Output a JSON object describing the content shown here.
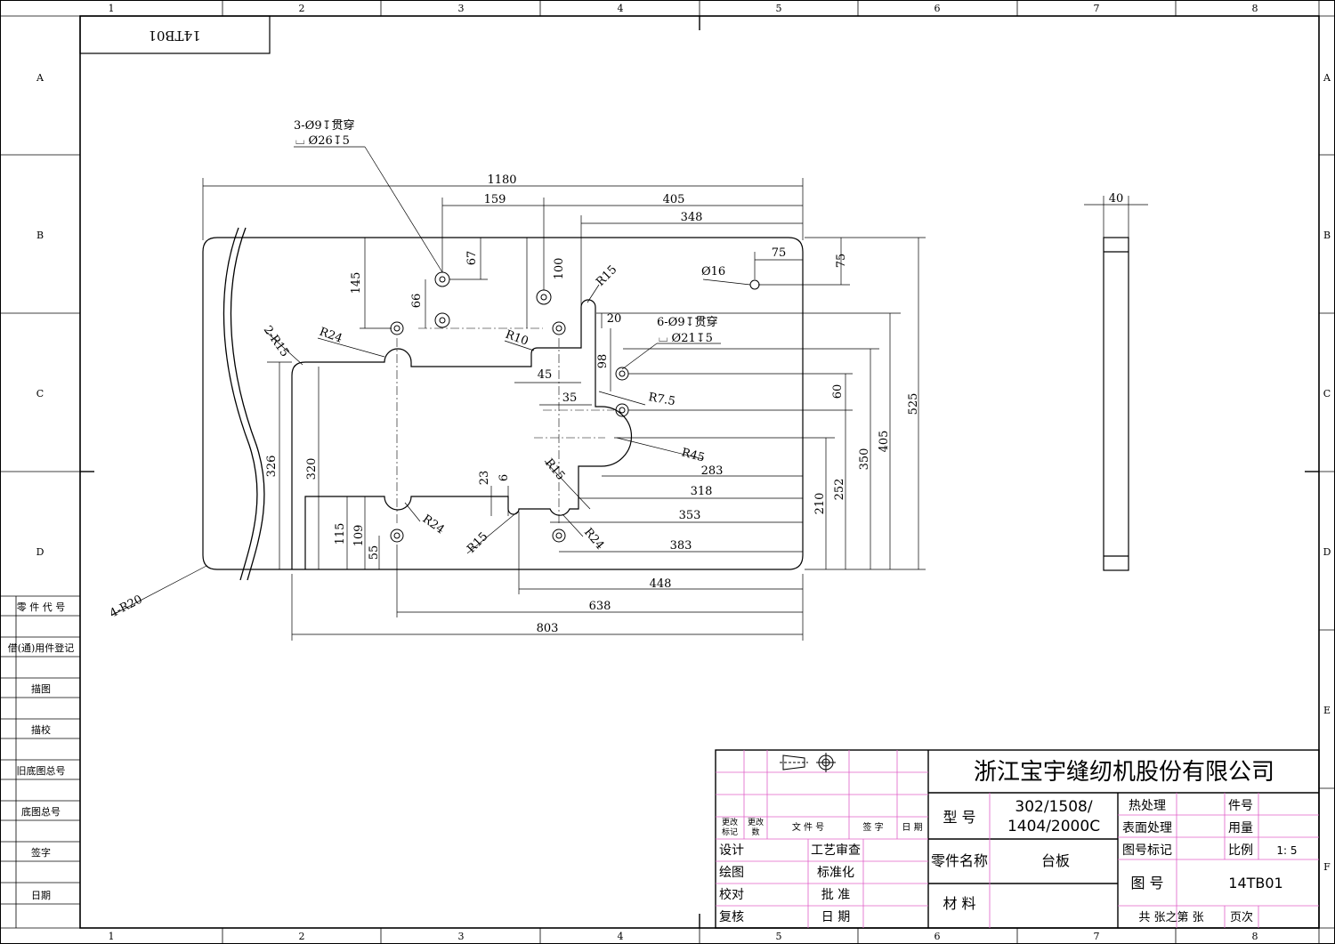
{
  "frame": {
    "zone_numbers": [
      "1",
      "2",
      "3",
      "4",
      "5",
      "6",
      "7",
      "8"
    ],
    "zone_letters": [
      "A",
      "B",
      "C",
      "D",
      "E",
      "F"
    ],
    "corner_code": "14TB01"
  },
  "left_strip": {
    "labels": [
      "零 件 代 号",
      "借(通)用件登记",
      "描图",
      "描校",
      "旧底图总号",
      "底图总号",
      "签字",
      "日期"
    ]
  },
  "annotations": {
    "hole_group_3": {
      "line1": "3-Ø9↧贯穿",
      "line2": "⌴ Ø26↧5"
    },
    "hole_group_6": {
      "line1": "6-Ø9↧贯穿",
      "line2": "⌴ Ø21↧5"
    },
    "hole_single": "Ø16",
    "radius_labels": [
      "2-R15",
      "R24",
      "R10",
      "R15",
      "R7.5",
      "R45",
      "R15",
      "R24",
      "R15",
      "R24",
      "4-R20"
    ]
  },
  "dimensions": {
    "horizontal": [
      "1180",
      "159",
      "405",
      "348",
      "75",
      "45",
      "35",
      "20",
      "283",
      "318",
      "353",
      "383",
      "448",
      "638",
      "803",
      "40"
    ],
    "vertical": [
      "145",
      "67",
      "66",
      "100",
      "98",
      "60",
      "75",
      "525",
      "405",
      "350",
      "252",
      "210",
      "326",
      "320",
      "115",
      "109",
      "55",
      "23",
      "6"
    ]
  },
  "title_block": {
    "company": "浙江宝宇缝纫机股份有限公司",
    "model_label": "型 号",
    "model_value_line1": "302/1508/",
    "model_value_line2": "1404/2000C",
    "part_name_label": "零件名称",
    "part_name_value": "台板",
    "material_label": "材 料",
    "material_value": "",
    "heat_treatment_label": "热处理",
    "surface_treatment_label": "表面处理",
    "drawing_mark_label": "图号标记",
    "part_no_label": "件号",
    "quantity_label": "用量",
    "scale_label": "比例",
    "scale_value": "1: 5",
    "drawing_no_label": "图 号",
    "drawing_no_value": "14TB01",
    "sheet_label": "共   张之第   张",
    "page_label": "页次",
    "revision_headers": [
      "更改\n标记",
      "更改\n数",
      "文 件 号",
      "签 字",
      "日 期"
    ],
    "signoff_left": [
      "设计",
      "绘图",
      "校对",
      "复核"
    ],
    "signoff_right": [
      "工艺审查",
      "标准化",
      "批  准",
      "日  期"
    ]
  }
}
